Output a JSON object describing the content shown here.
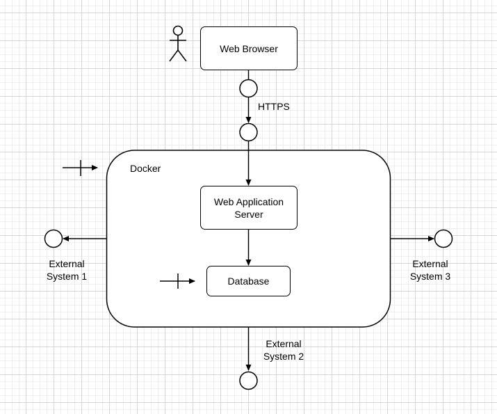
{
  "diagram": {
    "nodes": {
      "web_browser": "Web Browser",
      "docker": "Docker",
      "web_app_server": "Web Application\nServer",
      "database": "Database"
    },
    "interfaces": {
      "https": "HTTPS",
      "external_system_1": "External\nSystem 1",
      "external_system_2": "External\nSystem 2",
      "external_system_3": "External\nSystem 3"
    },
    "icons": [
      "actor-icon",
      "interface-circle-icon",
      "port-marker-icon"
    ],
    "colors": {
      "stroke": "#000000",
      "fill": "#ffffff",
      "grid": "#d6d6d6"
    }
  }
}
